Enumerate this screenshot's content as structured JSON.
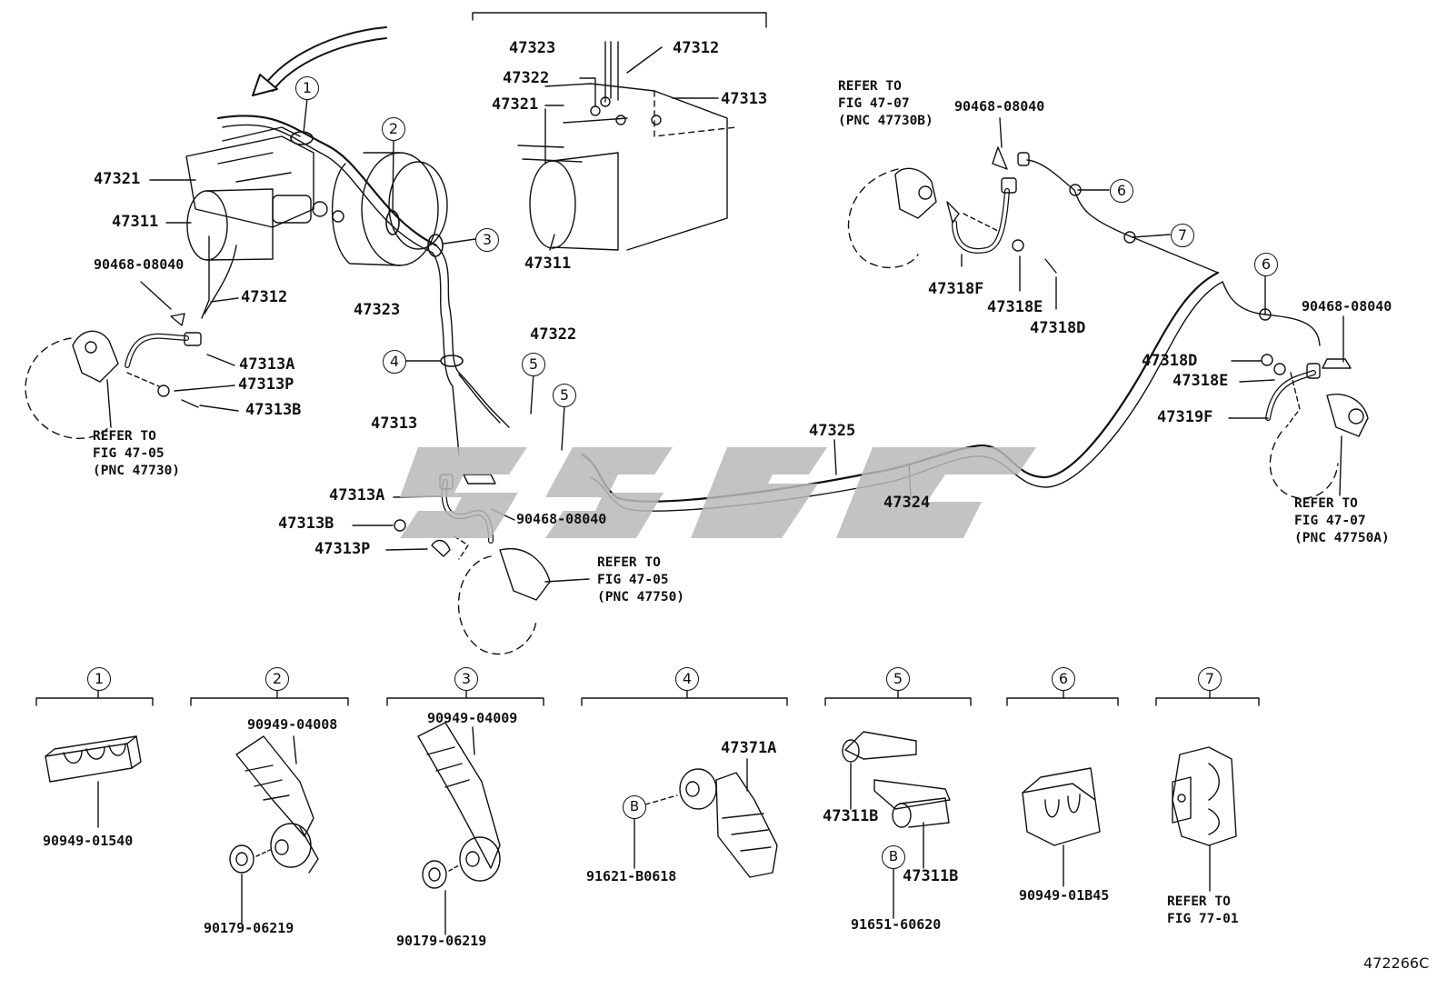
{
  "figure_id": "472266C",
  "callouts": {
    "c1": "1",
    "c2": "2",
    "c3": "3",
    "c4": "4",
    "c5a": "5",
    "c5b": "5",
    "c6a": "6",
    "c6b": "6",
    "c7": "7",
    "k1": "1",
    "k2": "2",
    "k3": "3",
    "k4": "4",
    "k5": "5",
    "k6": "6",
    "k7": "7",
    "b1": "B",
    "b2": "B"
  },
  "labels": {
    "p47323_top": "47323",
    "p47312_top": "47312",
    "p47322_top": "47322",
    "p47321_top": "47321",
    "p47313_top": "47313",
    "p47311_top": "47311",
    "p47321": "47321",
    "p47311": "47311",
    "p90468_left": "90468-08040",
    "p47312": "47312",
    "p47313A_left": "47313A",
    "p47313P_left": "47313P",
    "p47313B_left": "47313B",
    "p47323": "47323",
    "p47322": "47322",
    "p47313": "47313",
    "p47313A_mid": "47313A",
    "p47313B_mid": "47313B",
    "p47313P_mid": "47313P",
    "p90468_mid": "90468-08040",
    "p47325": "47325",
    "p47324": "47324",
    "p90468_rtop": "90468-08040",
    "p47318F": "47318F",
    "p47318E_top": "47318E",
    "p47318D_top": "47318D",
    "p90468_right": "90468-08040",
    "p47318D_right": "47318D",
    "p47318E_right": "47318E",
    "p47319F": "47319F",
    "k_90949_01540": "90949-01540",
    "k_90949_04008": "90949-04008",
    "k_90179_06219_a": "90179-06219",
    "k_90949_04009": "90949-04009",
    "k_90179_06219_b": "90179-06219",
    "k_47371A": "47371A",
    "k_91621_B0618": "91621-B0618",
    "k_47311B_a": "47311B",
    "k_47311B_b": "47311B",
    "k_91651_60620": "91651-60620",
    "k_90949_01B45": "90949-01B45"
  },
  "refs": {
    "ref_left": "REFER TO\nFIG 47-05\n(PNC 47730)",
    "ref_top": "REFER TO\nFIG 47-07\n(PNC 47730B)",
    "ref_mid": "REFER TO\nFIG 47-05\n(PNC 47750)",
    "ref_right": "REFER TO\nFIG 47-07\n(PNC 47750A)",
    "ref_bottom": "REFER TO\nFIG 77-01"
  },
  "colors": {
    "line": "#111111",
    "watermark": "#b9b9b9"
  }
}
